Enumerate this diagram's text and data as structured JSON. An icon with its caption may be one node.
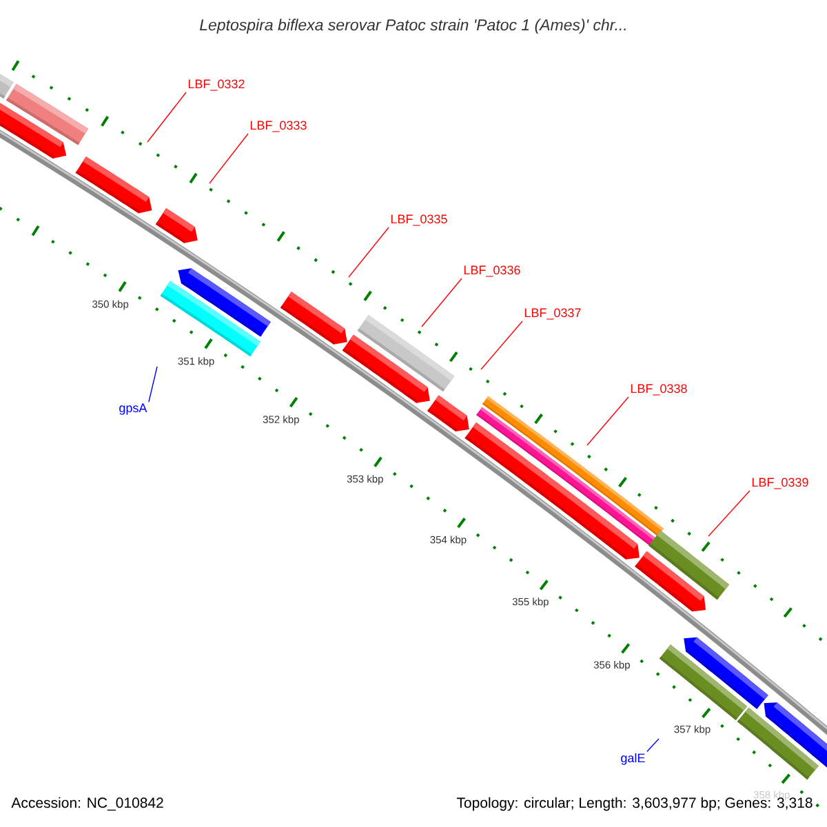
{
  "diagram": {
    "title": "Leptospira biflexa serovar Patoc strain 'Patoc 1 (Ames)' chr...",
    "nodes": [
      {
        "text": [
          "LBF_0332"
        ]
      },
      {
        "text": [
          "LBF_0333"
        ]
      },
      {
        "text": [
          "LBF_0335"
        ]
      },
      {
        "text": [
          "LBF_0336"
        ]
      },
      {
        "text": [
          "LBF_0337"
        ]
      },
      {
        "text": [
          "LBF_0338"
        ]
      },
      {
        "text": [
          "LBF_0339"
        ]
      },
      {
        "text": [
          "gpsA"
        ]
      },
      {
        "text": [
          "galE"
        ]
      }
    ],
    "edges": [
      {
        "from": 0,
        "to": null,
        "arrow": "none"
      },
      {
        "from": 1,
        "to": null,
        "arrow": "none"
      },
      {
        "from": 2,
        "to": null,
        "arrow": "none"
      },
      {
        "from": 3,
        "to": null,
        "arrow": "none"
      },
      {
        "from": 4,
        "to": null,
        "arrow": "none"
      },
      {
        "from": 5,
        "to": null,
        "arrow": "none"
      },
      {
        "from": 6,
        "to": null,
        "arrow": "none"
      },
      {
        "from": 7,
        "to": null,
        "arrow": "none",
        "color": "#0000ff"
      },
      {
        "from": 8,
        "to": null,
        "arrow": "none",
        "color": "#0000ff"
      }
    ],
    "labels": [
      "350 kbp",
      "351 kbp",
      "352 kbp",
      "353 kbp",
      "354 kbp",
      "355 kbp",
      "356 kbp",
      "357 kbp",
      "358 kbp",
      "Accession: NC_010842",
      "Topology: circular; Length: 3,603,977 bp; Genes: 3,318"
    ]
  }
}
